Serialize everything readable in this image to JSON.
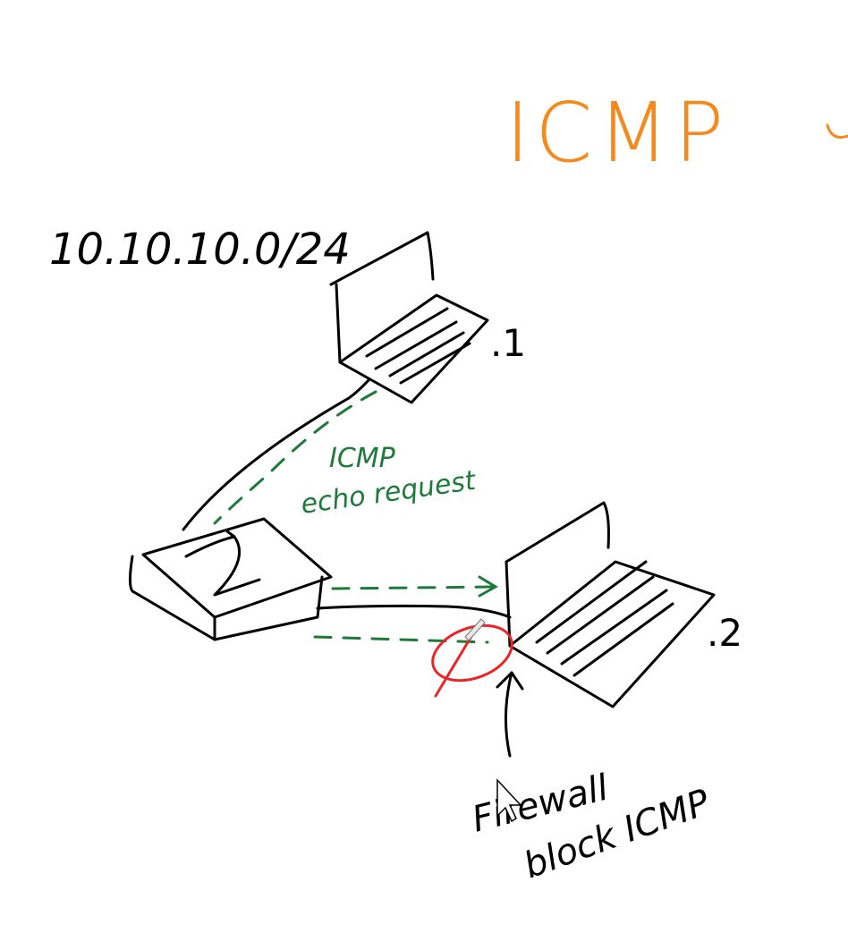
{
  "title": "ICMP",
  "subnet": "10.10.10.0/24",
  "hosts": [
    {
      "label": ".1"
    },
    {
      "label": ".2"
    }
  ],
  "traffic_label": {
    "line1": "ICMP",
    "line2": "echo request"
  },
  "firewall_note": {
    "line1": "Firewall",
    "line2": "block ICMP"
  },
  "colors": {
    "title": "#f28a1e",
    "ink": "#000000",
    "traffic": "#1e7a3a",
    "blocked": "#e8262a"
  }
}
